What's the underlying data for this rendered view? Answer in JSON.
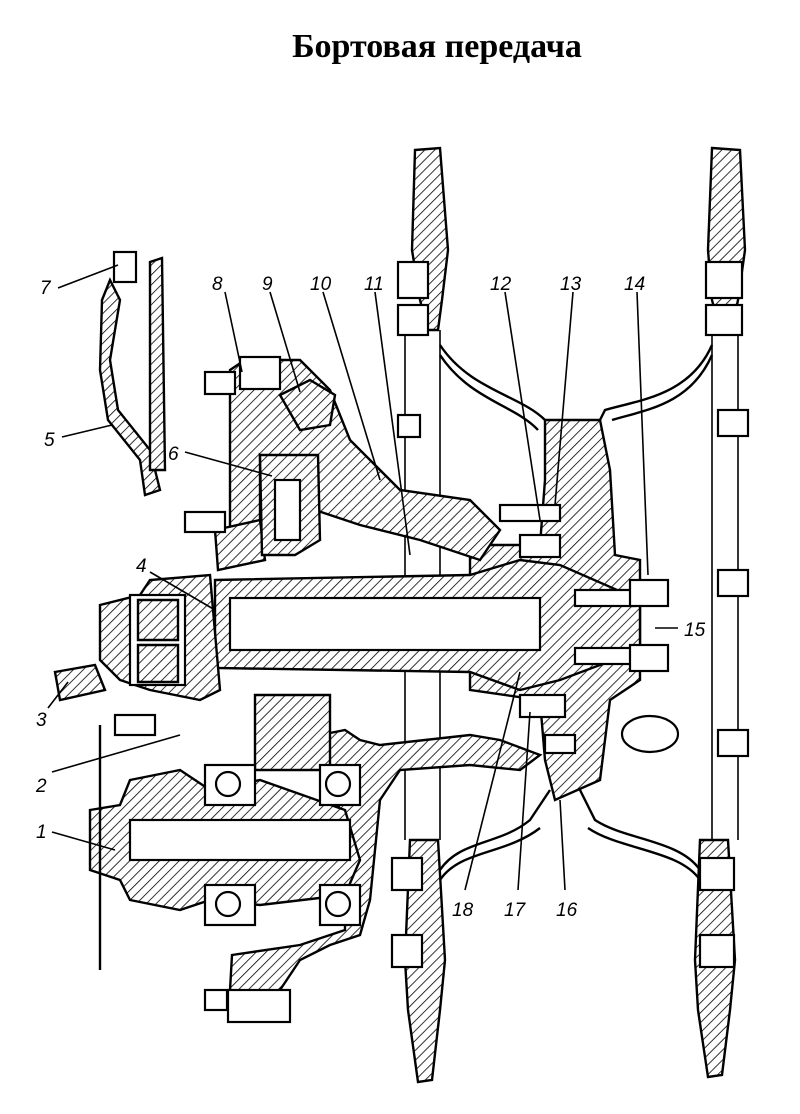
{
  "title": "Бортовая передача",
  "callouts": [
    "1",
    "2",
    "3",
    "4",
    "5",
    "6",
    "7",
    "8",
    "9",
    "10",
    "11",
    "12",
    "13",
    "14",
    "15",
    "16",
    "17",
    "18"
  ]
}
